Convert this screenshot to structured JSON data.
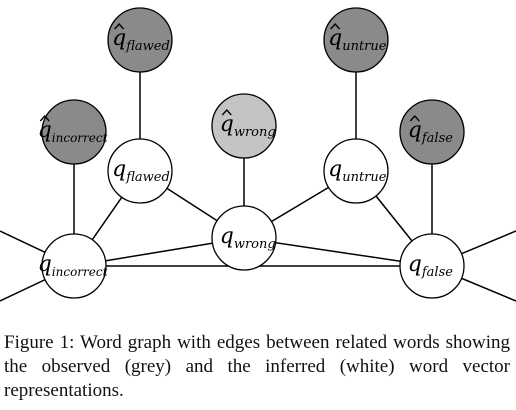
{
  "caption": "Figure 1: Word graph with edges between related words showing the observed (grey) and the inferred (white) word vector representations.",
  "colors": {
    "observed_dark": "#8a8a8a",
    "observed_light": "#c4c4c4",
    "inferred": "#ffffff",
    "stroke": "#000000"
  },
  "nodes": [
    {
      "id": "q_flawed",
      "base": "q",
      "subscript": "flawed",
      "hat": false,
      "fill": "inferred"
    },
    {
      "id": "q_untrue",
      "base": "q",
      "subscript": "untrue",
      "hat": false,
      "fill": "inferred"
    },
    {
      "id": "q_wrong",
      "base": "q",
      "subscript": "wrong",
      "hat": false,
      "fill": "inferred"
    },
    {
      "id": "q_incorrect",
      "base": "q",
      "subscript": "incorrect",
      "hat": false,
      "fill": "inferred"
    },
    {
      "id": "q_false",
      "base": "q",
      "subscript": "false",
      "hat": false,
      "fill": "inferred"
    },
    {
      "id": "qhat_flawed",
      "base": "q",
      "subscript": "flawed",
      "hat": true,
      "fill": "observed_dark"
    },
    {
      "id": "qhat_untrue",
      "base": "q",
      "subscript": "untrue",
      "hat": true,
      "fill": "observed_dark"
    },
    {
      "id": "qhat_incorrect",
      "base": "q",
      "subscript": "incorrect",
      "hat": true,
      "fill": "observed_dark"
    },
    {
      "id": "qhat_wrong",
      "base": "q",
      "subscript": "wrong",
      "hat": true,
      "fill": "observed_light"
    },
    {
      "id": "qhat_false",
      "base": "q",
      "subscript": "false",
      "hat": true,
      "fill": "observed_dark"
    }
  ],
  "edges": [
    [
      "qhat_flawed",
      "q_flawed"
    ],
    [
      "qhat_untrue",
      "q_untrue"
    ],
    [
      "qhat_wrong",
      "q_wrong"
    ],
    [
      "qhat_incorrect",
      "q_incorrect"
    ],
    [
      "qhat_false",
      "q_false"
    ],
    [
      "q_flawed",
      "q_incorrect"
    ],
    [
      "q_flawed",
      "q_wrong"
    ],
    [
      "q_untrue",
      "q_wrong"
    ],
    [
      "q_untrue",
      "q_false"
    ],
    [
      "q_wrong",
      "q_incorrect"
    ],
    [
      "q_wrong",
      "q_false"
    ],
    [
      "q_incorrect",
      "q_false"
    ]
  ]
}
